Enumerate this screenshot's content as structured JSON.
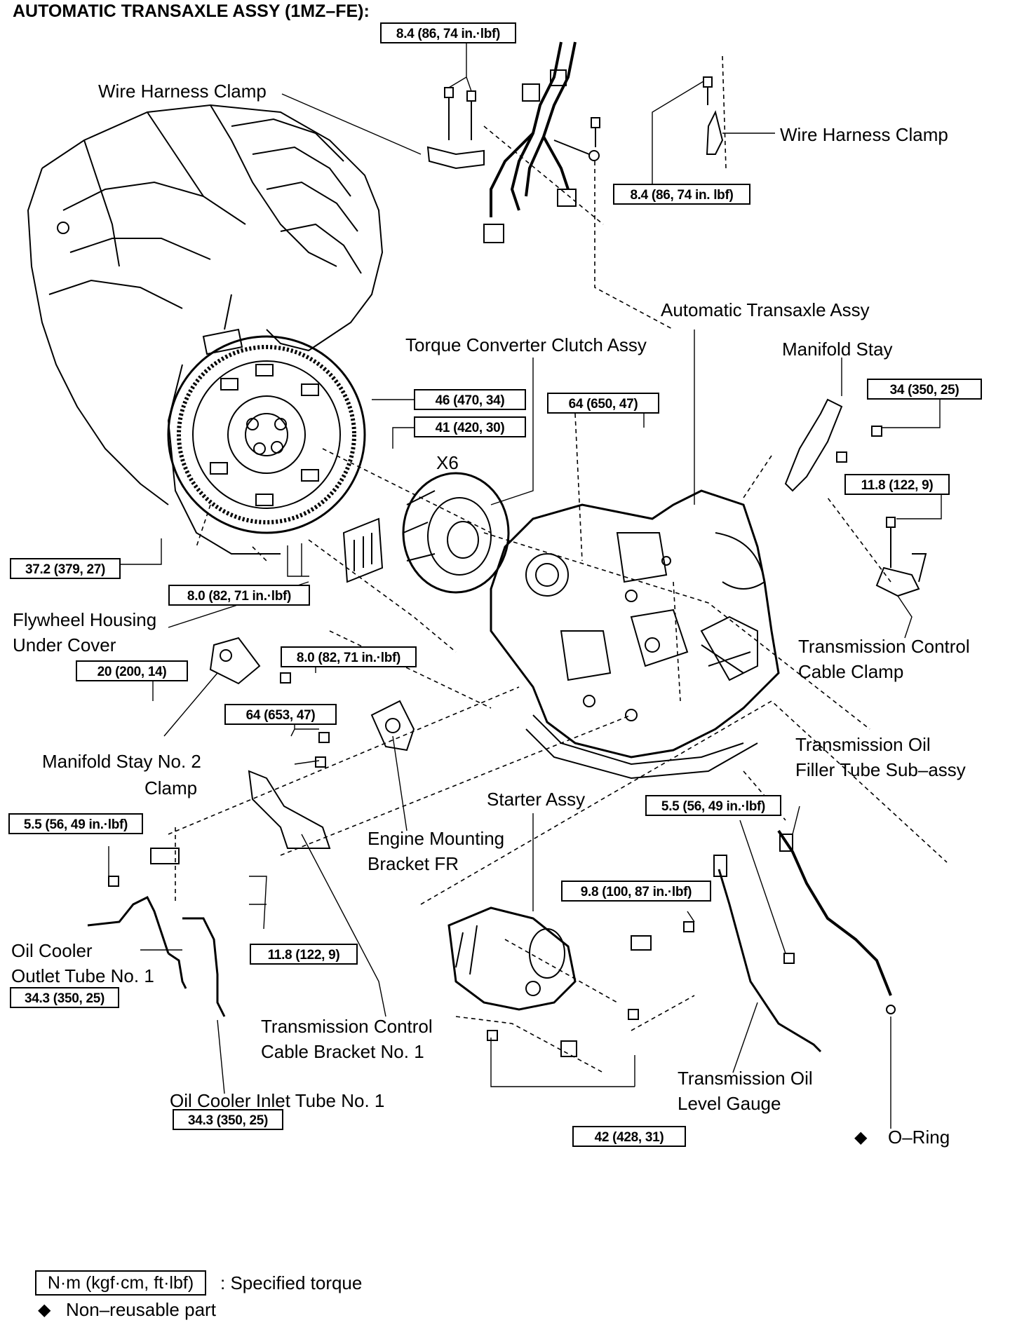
{
  "title": "AUTOMATIC TRANSAXLE ASSY (1MZ–FE):",
  "labels": {
    "wire_harness_clamp_left": "Wire Harness Clamp",
    "wire_harness_clamp_right": "Wire Harness Clamp",
    "automatic_transaxle_assy": "Automatic Transaxle Assy",
    "torque_converter": "Torque Converter Clutch Assy",
    "manifold_stay": "Manifold Stay",
    "x6": "X6",
    "flywheel_line1": "Flywheel Housing",
    "flywheel_line2": "Under Cover",
    "tcc_clamp_line1": "Transmission Control",
    "tcc_clamp_line2": "Cable Clamp",
    "manifold_stay2_line1": "Manifold Stay No. 2",
    "manifold_stay2_line2": "Clamp",
    "oil_filler_line1": "Transmission Oil",
    "oil_filler_line2": "Filler Tube Sub–assy",
    "starter": "Starter Assy",
    "engine_mount_line1": "Engine Mounting",
    "engine_mount_line2": "Bracket FR",
    "oil_cooler_out_line1": "Oil Cooler",
    "oil_cooler_out_line2": "Outlet Tube No. 1",
    "tcc_bracket_line1": "Transmission Control",
    "tcc_bracket_line2": "Cable Bracket No. 1",
    "oil_cooler_in": "Oil Cooler Inlet Tube No. 1",
    "oil_level_line1": "Transmission Oil",
    "oil_level_line2": "Level Gauge",
    "o_ring": "O–Ring"
  },
  "torques": {
    "t_top": "8.4 (86, 74 in.·lbf)",
    "t_harness_right": "8.4 (86, 74 in. lbf)",
    "t46": "46 (470, 34)",
    "t41": "41 (420, 30)",
    "t64a": "64 (650, 47)",
    "t34": "34 (350, 25)",
    "t118a": "11.8 (122, 9)",
    "t372": "37.2 (379, 27)",
    "t80a": "8.0 (82, 71 in.·lbf)",
    "t80b": "8.0 (82, 71 in.·lbf)",
    "t20": "20 (200, 14)",
    "t64b": "64 (653, 47)",
    "t55a": "5.5 (56, 49 in.·lbf)",
    "t55b": "5.5 (56, 49 in.·lbf)",
    "t98": "9.8 (100, 87 in.·lbf)",
    "t118b": "11.8 (122, 9)",
    "t343a": "34.3 (350, 25)",
    "t343b": "34.3 (350, 25)",
    "t42": "42 (428, 31)"
  },
  "legend": {
    "torque_unit": "N·m (kgf·cm, ft·lbf)",
    "torque_desc": ": Specified torque",
    "diamond": "◆",
    "nonreusable": "Non–reusable part"
  }
}
